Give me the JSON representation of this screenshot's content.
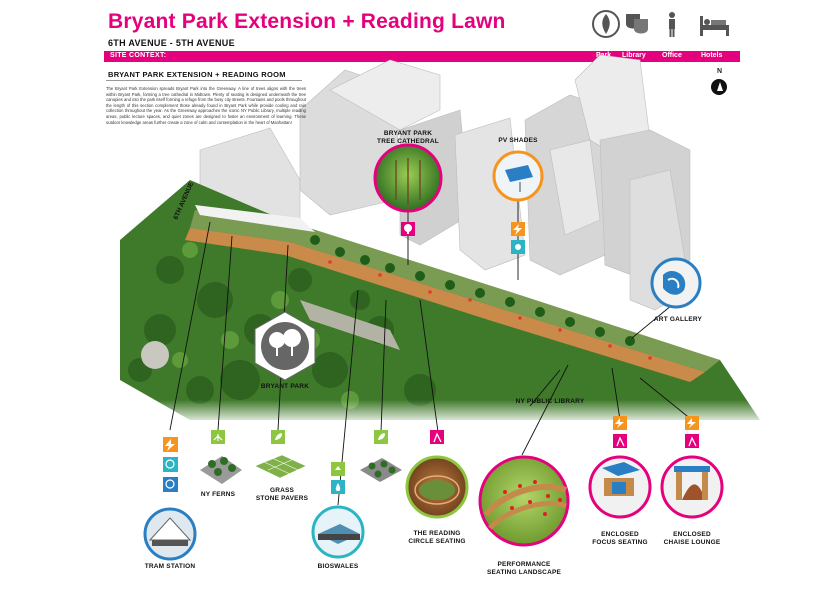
{
  "header": {
    "title": "Bryant Park Extension + Reading Lawn",
    "subtitle": "6TH AVENUE - 5TH AVENUE"
  },
  "context_bar": {
    "label": "SITE CONTEXT:",
    "categories": [
      "Park",
      "Library",
      "Office",
      "Hotels"
    ]
  },
  "top_icons": [
    "nyc-parks-seal-icon",
    "theater-masks-icon",
    "person-icon",
    "bed-icon"
  ],
  "north": "N",
  "section": {
    "heading": "BRYANT PARK EXTENSION + READING ROOM",
    "text": "The Bryant Park Extension spreads Bryant Park into the Greenway. A line of trees aligns with the trees within Bryant Park, forming a tree cathedral in Midtown. Plenty of seating is designed underneath the tree canopies and into the park itself forming a refuge from the busy city streets. Fountains and pools throughout the length of this section complement those already found in Bryant Park while provide cooling and rain collection throughout the year. As the Greenway approaches the iconic NY Public Library, multiple reading areas, public lecture spaces, and quiet zones are designed to foster an environment of learning. These outdoor knowledge areas further create a zone of calm and contemplation in the heart of Manhattan!"
  },
  "street_label": "6TH AVENUE",
  "callouts": {
    "tree_cathedral": "BRYANT PARK\nTREE CATHEDRAL",
    "pv_shades": "PV SHADES",
    "art_gallery": "ART GALLERY",
    "bryant_park": "BRYANT PARK",
    "ny_public_library": "NY PUBLIC LIBRARY",
    "tram_station": "TRAM STATION",
    "ny_ferns": "NY FERNS",
    "grass_pavers": "GRASS\nSTONE PAVERS",
    "bioswales": "BIOSWALES",
    "reading_circle": "THE READING\nCIRCLE SEATING",
    "performance": "PERFORMANCE\nSEATING LANDSCAPE",
    "focus_seating": "ENCLOSED\nFOCUS SEATING",
    "chaise_lounge": "ENCLOSED\nCHAISE LOUNGE"
  },
  "colors": {
    "magenta": "#e5007e",
    "orange": "#f7941d",
    "green": "#8dc63f",
    "blue": "#2a7fc4",
    "teal": "#2bb5c4"
  }
}
